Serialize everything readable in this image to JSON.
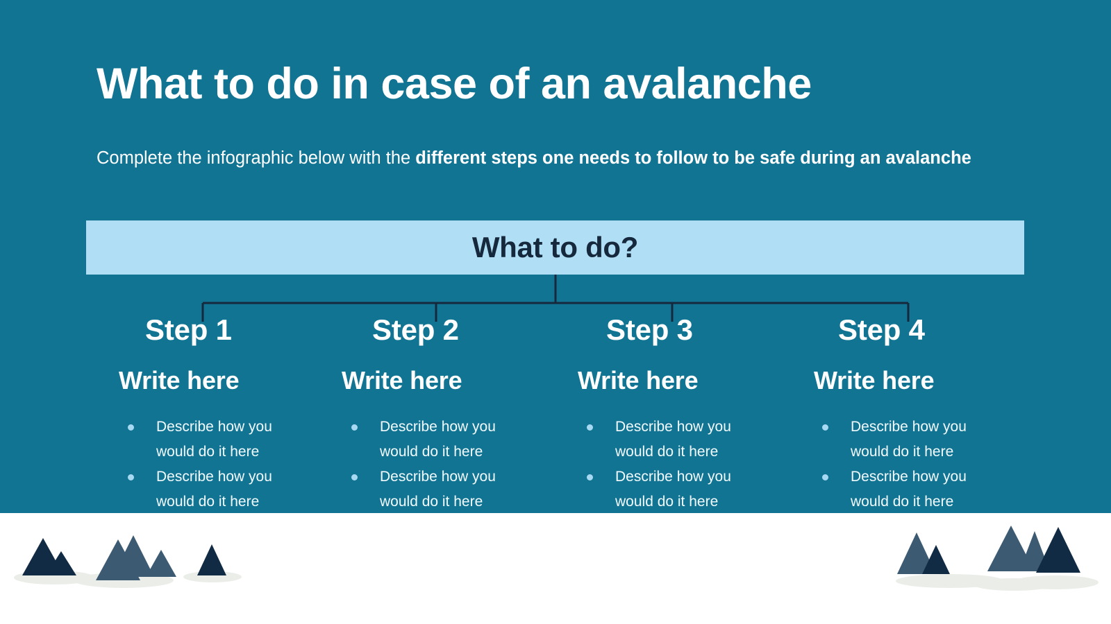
{
  "slide": {
    "title": "What to do in case of an avalanche",
    "subtitle_lead": "Complete the infographic below with the ",
    "subtitle_bold": "different steps one needs to follow to be safe during an avalanche",
    "banner_label": "What to do?"
  },
  "colors": {
    "background_teal": "#127493",
    "banner_light_blue": "#b0def5",
    "banner_text_navy": "#16283c",
    "connector_navy": "#16283c",
    "bullet_dot": "#a7d9f2",
    "snow_white": "#ffffff",
    "tree_dark_navy": "#112b44",
    "tree_slate_blue": "#3d5a73",
    "snow_shadow": "#eaede8"
  },
  "columns": [
    {
      "step_label": "Step 1",
      "write_here": "Write here",
      "bullets": [
        "Describe how you would do it here",
        "Describe how you would do it here"
      ]
    },
    {
      "step_label": "Step 2",
      "write_here": "Write here",
      "bullets": [
        "Describe how you would do it here",
        "Describe how you would do it here"
      ]
    },
    {
      "step_label": "Step 3",
      "write_here": "Write here",
      "bullets": [
        "Describe how you would do it here",
        "Describe how you would do it here"
      ]
    },
    {
      "step_label": "Step 4",
      "write_here": "Write here",
      "bullets": [
        "Describe how you would do it here",
        "Describe how you would do it here"
      ]
    }
  ],
  "decoration": {
    "trees_label": "pine-trees",
    "snow_label": "snow-hill"
  }
}
